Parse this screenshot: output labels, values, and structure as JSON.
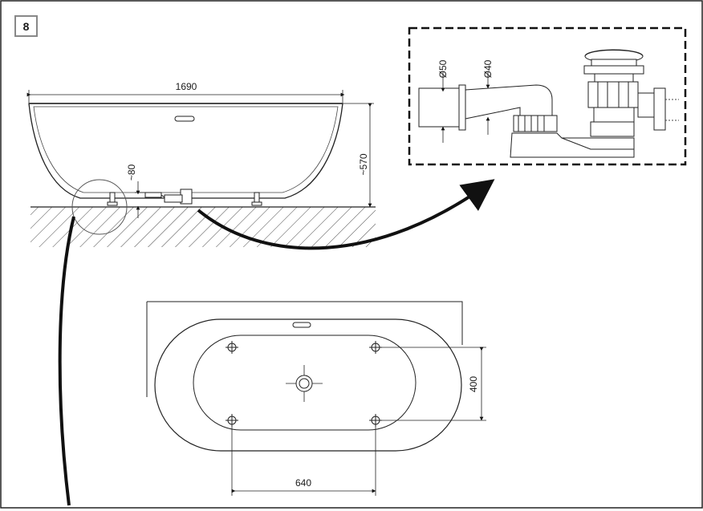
{
  "step_number": "8",
  "side_view": {
    "length_label": "1690",
    "height_label": "~570",
    "waste_height_label": "~80"
  },
  "detail": {
    "pipe_50_label": "Ø50",
    "pipe_40_label": "Ø40"
  },
  "top_view": {
    "feet_spacing_x_label": "640",
    "feet_spacing_y_label": "400"
  },
  "colors": {
    "line": "#1a1a1a",
    "detail_fill": "#ffffff"
  }
}
